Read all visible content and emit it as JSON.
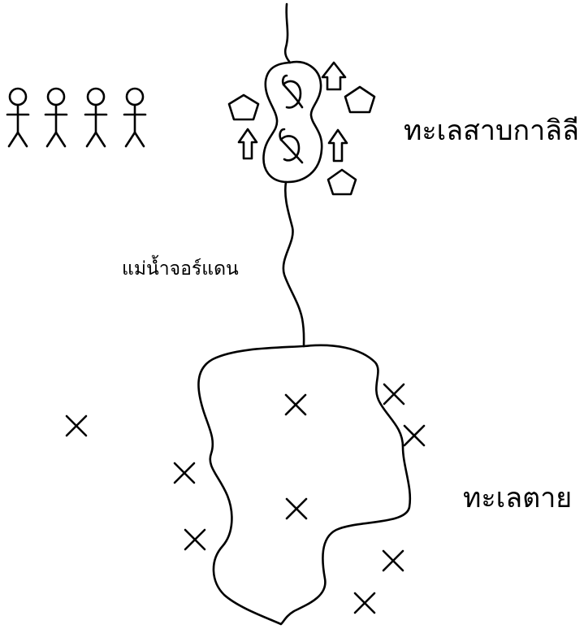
{
  "labels": {
    "sea_of_galilee": "ทะเลสาบกาลิลี",
    "jordan_river": "แม่น้ำจอร์แดน",
    "dead_sea": "ทะเลตาย"
  },
  "icons": {
    "person": "stick-figure-icon",
    "fish": "fish-icon",
    "arrow": "arrow-up-icon",
    "pentagon": "pentagon-icon",
    "cross": "x-mark-icon"
  },
  "counts": {
    "people": 4,
    "fish": 2,
    "arrows": 3,
    "pentagons": 3,
    "crosses_inside": 2,
    "crosses_outside": 7
  },
  "colors": {
    "ink": "#000000",
    "background": "#ffffff"
  }
}
